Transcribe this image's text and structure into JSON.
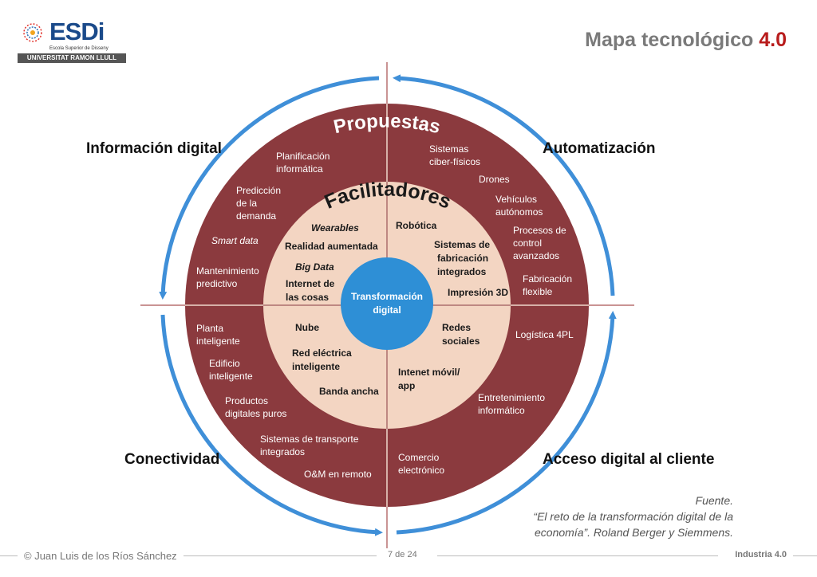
{
  "header": {
    "logo_brand": "ESDi",
    "logo_subtitle": "Escola Superior de Disseny",
    "logo_bar": "UNIVERSITAT RAMON LLULL",
    "title_main": "Mapa tecnológico ",
    "title_highlight": "4.0"
  },
  "diagram": {
    "outer_ring_title": "Propuestas",
    "inner_ring_title": "Facilitadores",
    "center_label_line1": "Transformación",
    "center_label_line2": "digital",
    "quadrants": {
      "top_left": "Información digital",
      "top_right": "Automatización",
      "bottom_left": "Conectividad",
      "bottom_right": "Acceso digital al cliente"
    },
    "outer_items": {
      "planificacion_1": "Planificación",
      "planificacion_2": "informática",
      "prediccion_1": "Predicción",
      "prediccion_2": "de la",
      "prediccion_3": "demanda",
      "smart_data": "Smart data",
      "mantenimiento_1": "Mantenimiento",
      "mantenimiento_2": "predictivo",
      "sistemas_cf_1": "Sistemas",
      "sistemas_cf_2": "ciber-físicos",
      "drones": "Drones",
      "vehiculos_1": "Vehículos",
      "vehiculos_2": "autónomos",
      "procesos_1": "Procesos de",
      "procesos_2": "control",
      "procesos_3": "avanzados",
      "fabricacion_1": "Fabricación",
      "fabricacion_2": "flexible",
      "planta_1": "Planta",
      "planta_2": "inteligente",
      "edificio_1": "Edificio",
      "edificio_2": "inteligente",
      "productos_1": "Productos",
      "productos_2": "digitales puros",
      "transporte_1": "Sistemas de transporte",
      "transporte_2": "integrados",
      "om_remoto": "O&M en remoto",
      "logistica": "Logística 4PL",
      "entretenimiento_1": "Entretenimiento",
      "entretenimiento_2": "informático",
      "comercio_1": "Comercio",
      "comercio_2": "electrónico"
    },
    "inner_items": {
      "wearables": "Wearables",
      "realidad": "Realidad aumentada",
      "big_data": "Big Data",
      "internet_cosas_1": "Internet de",
      "internet_cosas_2": "las cosas",
      "robotica": "Robótica",
      "sistemas_fab_1": "Sistemas de",
      "sistemas_fab_2": "fabricación",
      "sistemas_fab_3": "integrados",
      "impresion": "Impresión 3D",
      "nube": "Nube",
      "red_1": "Red eléctrica",
      "red_2": "inteligente",
      "banda": "Banda ancha",
      "redes_1": "Redes",
      "redes_2": "sociales",
      "movil_1": "Intenet móvil/",
      "movil_2": "app"
    }
  },
  "source": {
    "line1": "Fuente.",
    "line2": "“El reto de la transformación digital de la",
    "line3": "economía”. Roland Berger y Siemmens."
  },
  "footer": {
    "author": "© Juan Luis de los Ríos Sánchez",
    "page": "7 de 24",
    "section": "Industria 4.0"
  },
  "colors": {
    "outer_ring": "#8b3a3e",
    "inner_ring": "#f3d5c2",
    "center": "#2e8fd6",
    "arrows": "#3f8fd8",
    "title_accent": "#b81c1c"
  }
}
